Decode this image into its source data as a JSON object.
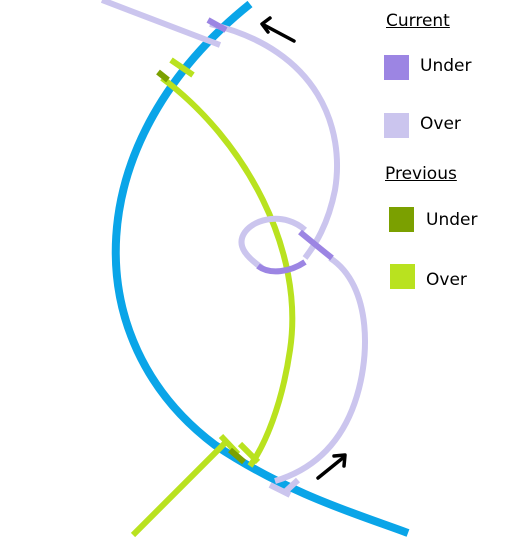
{
  "legend": {
    "current": {
      "heading": "Current",
      "under": {
        "label": "Under",
        "color": "#9c85e3"
      },
      "over": {
        "label": "Over",
        "color": "#cbc5ee"
      }
    },
    "previous": {
      "heading": "Previous",
      "under": {
        "label": "Under",
        "color": "#7ba000"
      },
      "over": {
        "label": "Over",
        "color": "#b9e21f"
      }
    }
  },
  "colors": {
    "base_strand": "#0aa5e8",
    "arrow": "#000000",
    "background": "#ffffff"
  },
  "icons": [
    "arrow-up-left-icon",
    "arrow-up-right-icon"
  ]
}
